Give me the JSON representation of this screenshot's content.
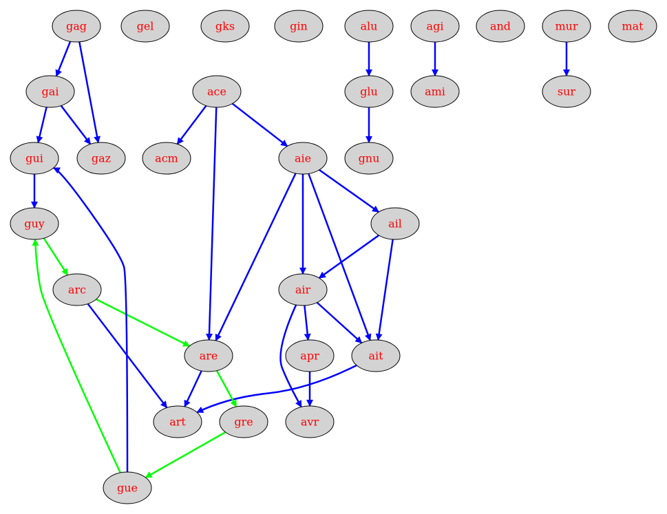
{
  "colors": {
    "node_fill": "#d3d3d3",
    "node_stroke": "#000000",
    "label": "#ff0000",
    "edge_blue": "#0000ff",
    "edge_green": "#00ff00"
  },
  "nodes": [
    {
      "id": "gag",
      "label": "gag"
    },
    {
      "id": "gel",
      "label": "gel"
    },
    {
      "id": "gks",
      "label": "gks"
    },
    {
      "id": "gin",
      "label": "gin"
    },
    {
      "id": "alu",
      "label": "alu"
    },
    {
      "id": "agi",
      "label": "agi"
    },
    {
      "id": "and",
      "label": "and"
    },
    {
      "id": "mur",
      "label": "mur"
    },
    {
      "id": "mat",
      "label": "mat"
    },
    {
      "id": "gai",
      "label": "gai"
    },
    {
      "id": "ace",
      "label": "ace"
    },
    {
      "id": "glu",
      "label": "glu"
    },
    {
      "id": "ami",
      "label": "ami"
    },
    {
      "id": "sur",
      "label": "sur"
    },
    {
      "id": "gui",
      "label": "gui"
    },
    {
      "id": "gaz",
      "label": "gaz"
    },
    {
      "id": "acm",
      "label": "acm"
    },
    {
      "id": "aie",
      "label": "aie"
    },
    {
      "id": "gnu",
      "label": "gnu"
    },
    {
      "id": "guy",
      "label": "guy"
    },
    {
      "id": "ail",
      "label": "ail"
    },
    {
      "id": "arc",
      "label": "arc"
    },
    {
      "id": "air",
      "label": "air"
    },
    {
      "id": "are",
      "label": "are"
    },
    {
      "id": "apr",
      "label": "apr"
    },
    {
      "id": "ait",
      "label": "ait"
    },
    {
      "id": "art",
      "label": "art"
    },
    {
      "id": "gre",
      "label": "gre"
    },
    {
      "id": "avr",
      "label": "avr"
    },
    {
      "id": "gue",
      "label": "gue"
    }
  ],
  "edges": [
    {
      "from": "gag",
      "to": "gai",
      "color": "blue"
    },
    {
      "from": "gag",
      "to": "gaz",
      "color": "blue"
    },
    {
      "from": "gai",
      "to": "gui",
      "color": "blue"
    },
    {
      "from": "gai",
      "to": "gaz",
      "color": "blue"
    },
    {
      "from": "gui",
      "to": "guy",
      "color": "blue"
    },
    {
      "from": "guy",
      "to": "arc",
      "color": "green"
    },
    {
      "from": "arc",
      "to": "are",
      "color": "green"
    },
    {
      "from": "arc",
      "to": "art",
      "color": "blue"
    },
    {
      "from": "ace",
      "to": "acm",
      "color": "blue"
    },
    {
      "from": "ace",
      "to": "are",
      "color": "blue"
    },
    {
      "from": "ace",
      "to": "aie",
      "color": "blue"
    },
    {
      "from": "aie",
      "to": "ail",
      "color": "blue"
    },
    {
      "from": "aie",
      "to": "air",
      "color": "blue"
    },
    {
      "from": "aie",
      "to": "are",
      "color": "blue"
    },
    {
      "from": "aie",
      "to": "ait",
      "color": "blue"
    },
    {
      "from": "ail",
      "to": "air",
      "color": "blue"
    },
    {
      "from": "ail",
      "to": "ait",
      "color": "blue"
    },
    {
      "from": "air",
      "to": "apr",
      "color": "blue"
    },
    {
      "from": "air",
      "to": "ait",
      "color": "blue"
    },
    {
      "from": "air",
      "to": "avr",
      "color": "blue"
    },
    {
      "from": "apr",
      "to": "avr",
      "color": "blue"
    },
    {
      "from": "ait",
      "to": "art",
      "color": "blue"
    },
    {
      "from": "are",
      "to": "art",
      "color": "blue"
    },
    {
      "from": "are",
      "to": "gre",
      "color": "green"
    },
    {
      "from": "gre",
      "to": "gue",
      "color": "green"
    },
    {
      "from": "gue",
      "to": "guy",
      "color": "green"
    },
    {
      "from": "gue",
      "to": "gui",
      "color": "blue"
    },
    {
      "from": "alu",
      "to": "glu",
      "color": "blue"
    },
    {
      "from": "glu",
      "to": "gnu",
      "color": "blue"
    },
    {
      "from": "agi",
      "to": "ami",
      "color": "blue"
    },
    {
      "from": "mur",
      "to": "sur",
      "color": "blue"
    }
  ]
}
